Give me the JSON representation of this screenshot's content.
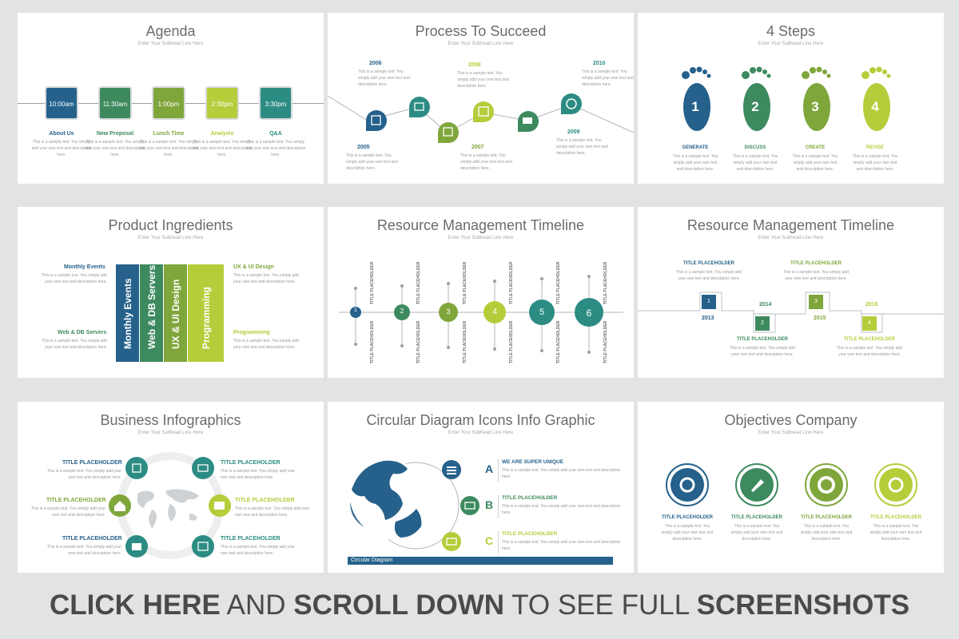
{
  "colors": {
    "navy": "#25618b",
    "teal": "#2c8c83",
    "green": "#3d8a5f",
    "olive": "#7fa63b",
    "lime": "#b5cd3a",
    "gray": "#9a9a9a"
  },
  "sample_text": "This is a sample text. You simply add your own text and description here.",
  "subhead": "Enter Your Subhead Line Here",
  "agenda": {
    "title": "Agenda",
    "times": [
      "10:00am",
      "11:30am",
      "1:00pm",
      "2:30pm",
      "3:30pm"
    ],
    "labels": [
      "About Us",
      "New Proposal",
      "Lunch Time",
      "Analysis",
      "Q&A"
    ]
  },
  "process": {
    "title": "Process To Succeed",
    "years": [
      "2005",
      "2006",
      "2007",
      "2008",
      "2009",
      "2010"
    ]
  },
  "steps": {
    "title": "4 Steps",
    "numbers": [
      "1",
      "2",
      "3",
      "4"
    ],
    "labels": [
      "GENERATE",
      "DISCUSS",
      "CREATE",
      "REVISE"
    ]
  },
  "ingredients": {
    "title": "Product Ingredients",
    "bars": [
      "Monthly Events",
      "Web & DB Servers",
      "UX & UI Design",
      "Programming"
    ],
    "left_labels": [
      "Monthly Events",
      "Web & DB Servers"
    ],
    "right_labels": [
      "UX & UI Design",
      "Programming"
    ]
  },
  "rmt1": {
    "title": "Resource Management Timeline",
    "numbers": [
      "1",
      "2",
      "3",
      "4",
      "5",
      "6"
    ],
    "placeholder": "TITLE PLACEHOLDER"
  },
  "rmt2": {
    "title": "Resource Management Timeline",
    "numbers": [
      "1",
      "2",
      "3",
      "4"
    ],
    "years": [
      "2013",
      "2014",
      "2015",
      "2016"
    ],
    "placeholder": "TITLE PLACEHOLDER"
  },
  "business": {
    "title": "Business Infographics",
    "placeholder": "TITLE PLACEHOLDER"
  },
  "circular": {
    "title": "Circular Diagram Icons Info Graphic",
    "letters": [
      "A",
      "B",
      "C"
    ],
    "headings": [
      "WE ARE SUPER UNIQUE",
      "TITLE PLACEHOLDER",
      "TITLE PLACEHOLDER"
    ],
    "banner": "Circular Diagram"
  },
  "objectives": {
    "title": "Objectives Company",
    "placeholder": "TITLE PLACEHOLDER"
  },
  "footer": {
    "part1": "CLICK HERE",
    "part2": " AND ",
    "part3": "SCROLL DOWN",
    "part4": " TO SEE FULL ",
    "part5": "SCREENSHOTS"
  }
}
